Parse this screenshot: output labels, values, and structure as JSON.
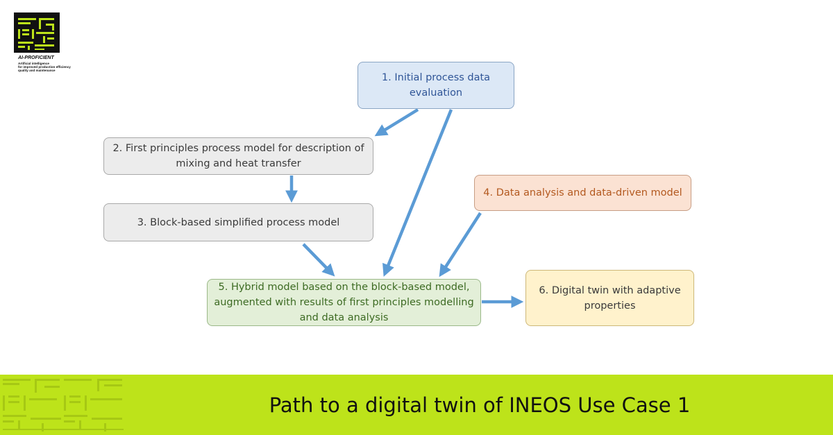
{
  "brand": {
    "name": "AI-PROFICIENT",
    "tagline_1": "Artificial intelligence",
    "tagline_2": "for improved production efficiency",
    "tagline_3": "quality and maintenance",
    "accent_color": "#bde31a"
  },
  "diagram": {
    "nodes": [
      {
        "id": "n1",
        "label": "1. Initial process data evaluation"
      },
      {
        "id": "n2",
        "label": "2. First principles process model  for description of mixing and heat transfer"
      },
      {
        "id": "n3",
        "label": "3. Block-based simplified process model"
      },
      {
        "id": "n4",
        "label": "4. Data analysis and data-driven model"
      },
      {
        "id": "n5",
        "label": "5. Hybrid model based on the block-based model, augmented with results of first principles modelling and data analysis"
      },
      {
        "id": "n6",
        "label": "6. Digital twin with adaptive properties"
      }
    ],
    "edges": [
      {
        "from": "n1",
        "to": "n2"
      },
      {
        "from": "n1",
        "to": "n5"
      },
      {
        "from": "n2",
        "to": "n3"
      },
      {
        "from": "n3",
        "to": "n5"
      },
      {
        "from": "n4",
        "to": "n5"
      },
      {
        "from": "n5",
        "to": "n6"
      }
    ],
    "arrow_color": "#5b9bd5"
  },
  "footer": {
    "title": "Path to a digital twin of INEOS Use Case 1"
  }
}
